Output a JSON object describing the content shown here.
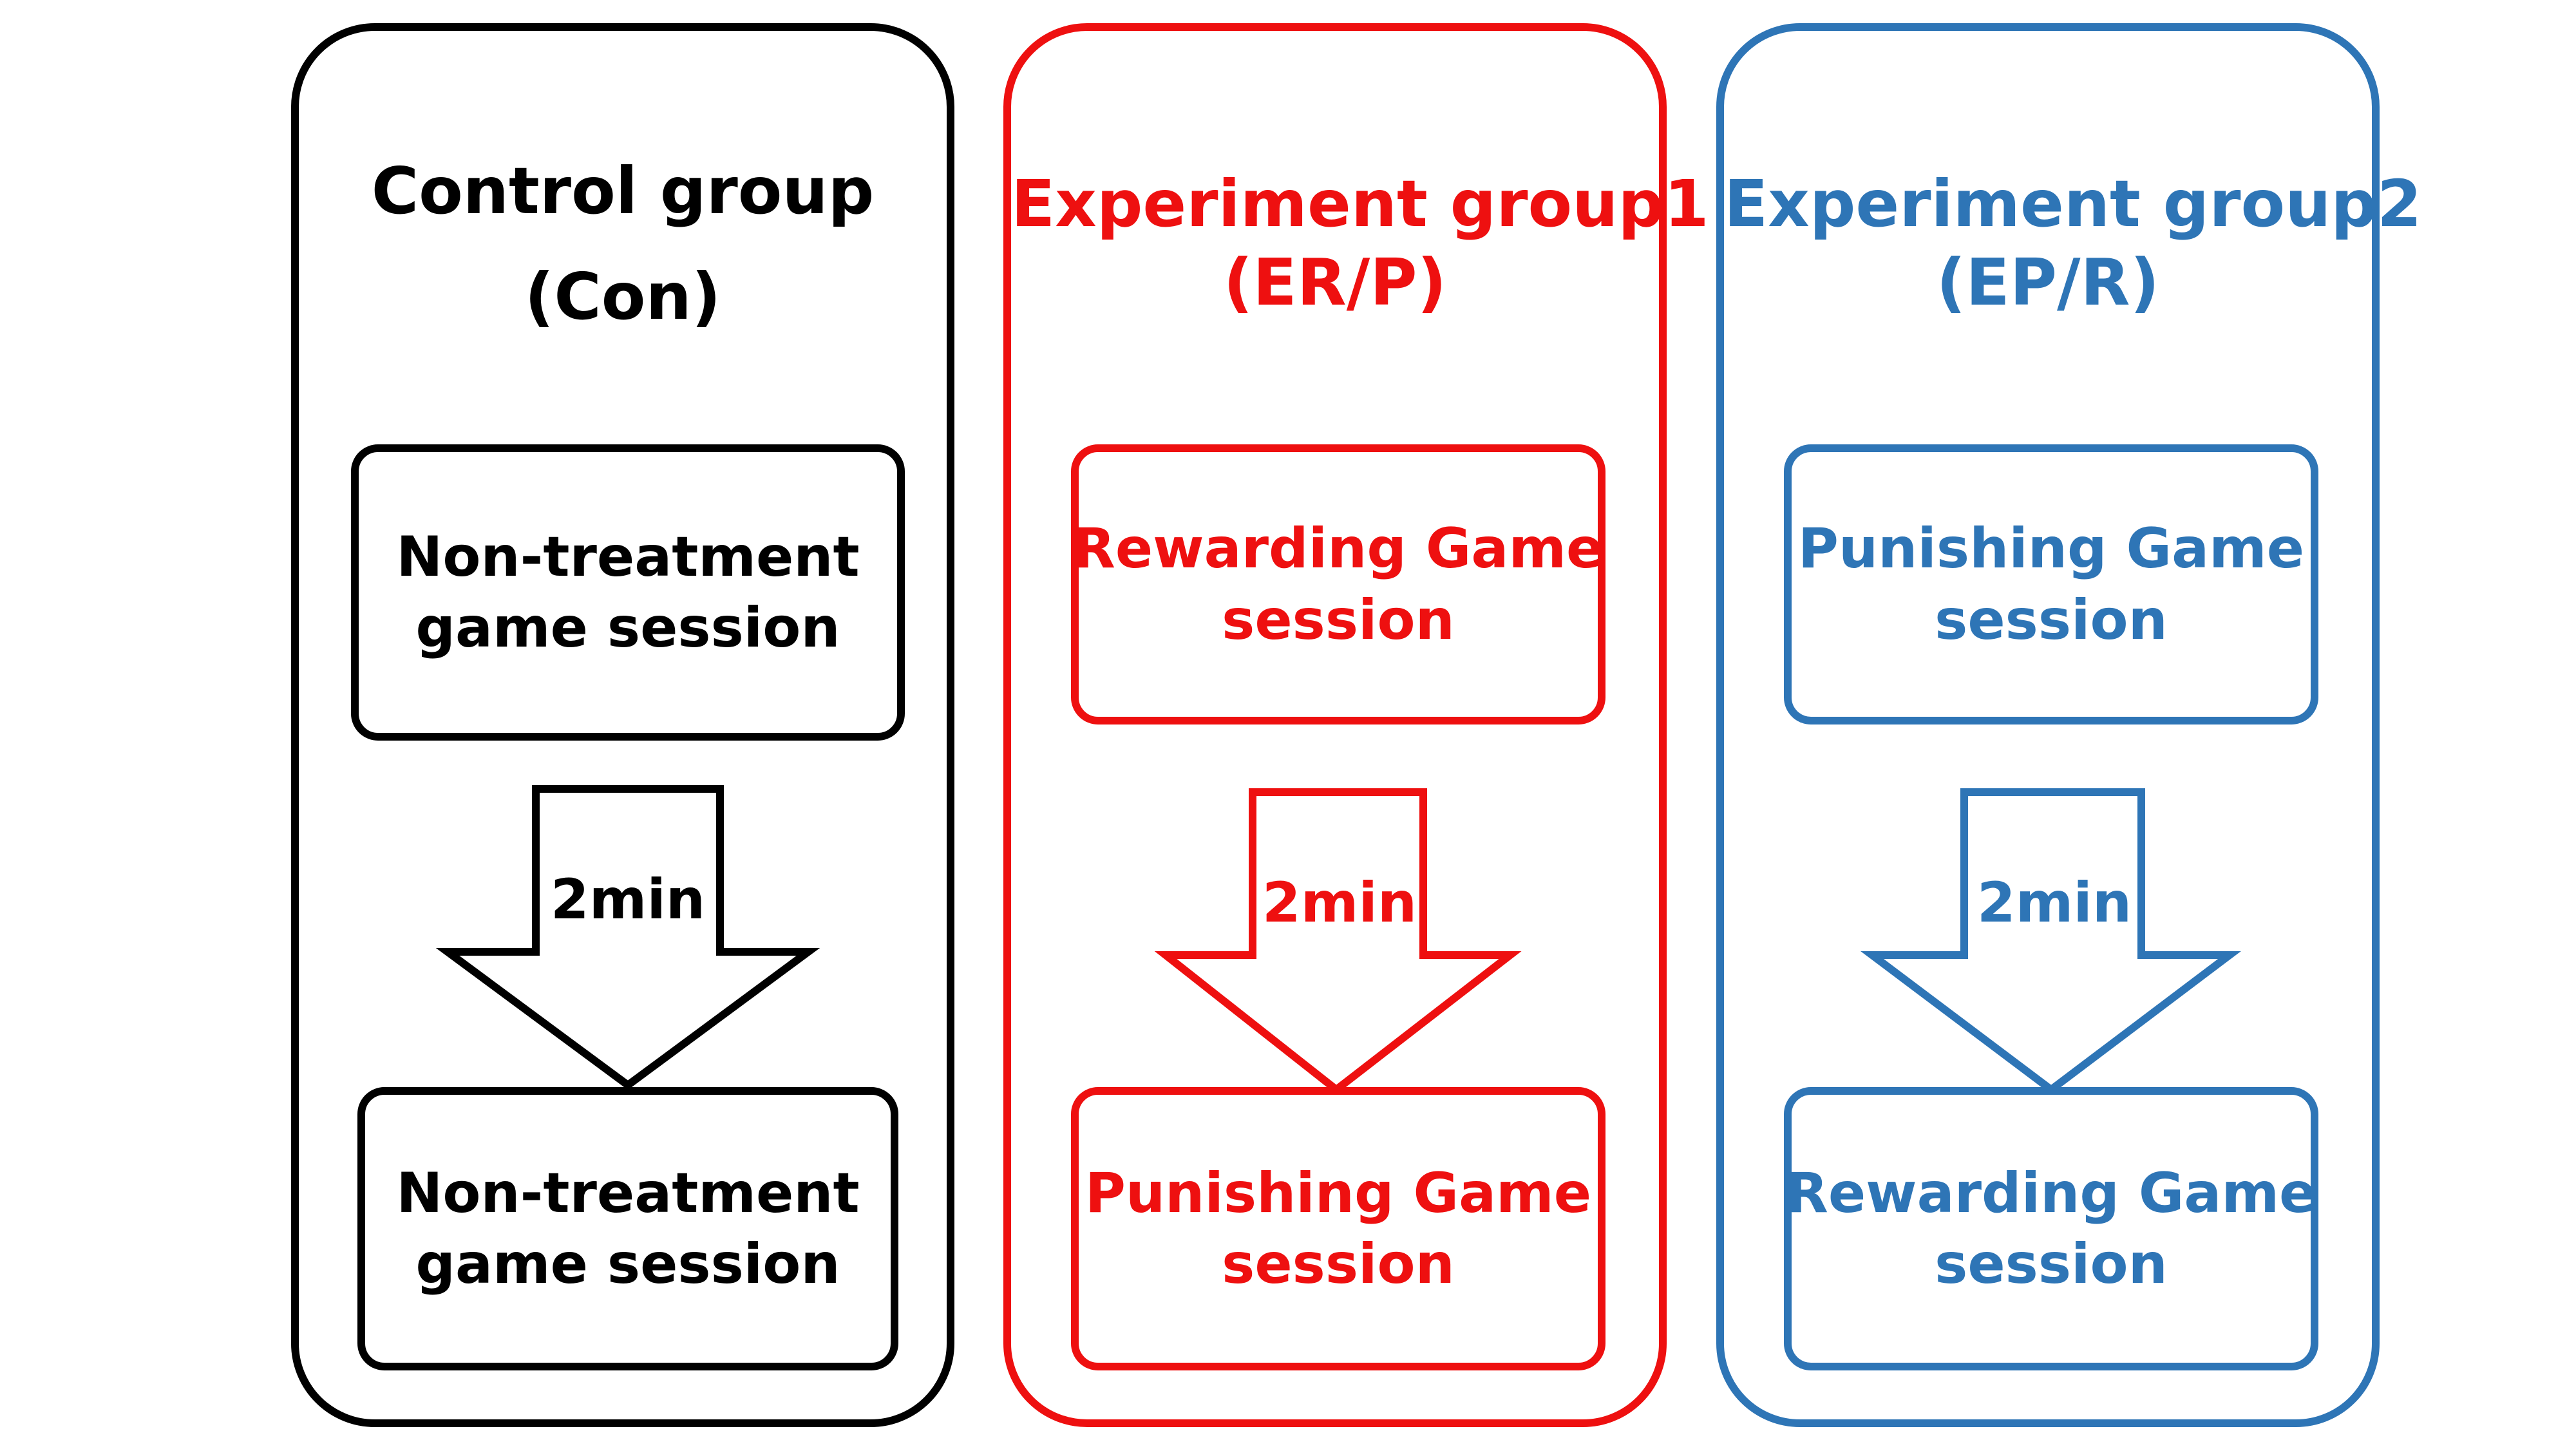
{
  "colors": {
    "control": "#000000",
    "experiment1": "#ee1010",
    "experiment2": "#2e75b6",
    "background": "#ffffff"
  },
  "groups": [
    {
      "title_line1": "Control group",
      "title_line2": "(Con)",
      "first_session_line1": "Non-treatment",
      "first_session_line2": "game session",
      "interval": "2min",
      "second_session_line1": "Non-treatment",
      "second_session_line2": "game session"
    },
    {
      "title_line1": "Experiment group1",
      "title_line2": "(ER/P)",
      "first_session_line1": "Rewarding Game",
      "first_session_line2": "session",
      "interval": "2min",
      "second_session_line1": "Punishing Game",
      "second_session_line2": "session"
    },
    {
      "title_line1": "Experiment group2",
      "title_line2": "(EP/R)",
      "first_session_line1": "Punishing Game",
      "first_session_line2": "session",
      "interval": "2min",
      "second_session_line1": "Rewarding Game",
      "second_session_line2": "session"
    }
  ]
}
